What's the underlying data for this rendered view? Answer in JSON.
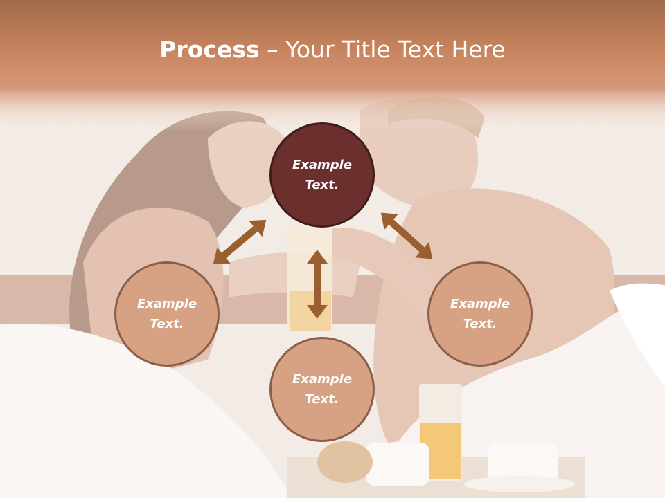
{
  "title": {
    "bold": "Process",
    "rest": " – Your Title Text Here"
  },
  "nodes": {
    "center": "Example Text.",
    "left": "Example Text.",
    "bottom": "Example Text.",
    "right": "Example Text."
  },
  "colors": {
    "header": "#c4815c",
    "center_circle": "#6b2f2e",
    "outer_circle": "#d7a184",
    "arrow": "#9a5f2e"
  }
}
